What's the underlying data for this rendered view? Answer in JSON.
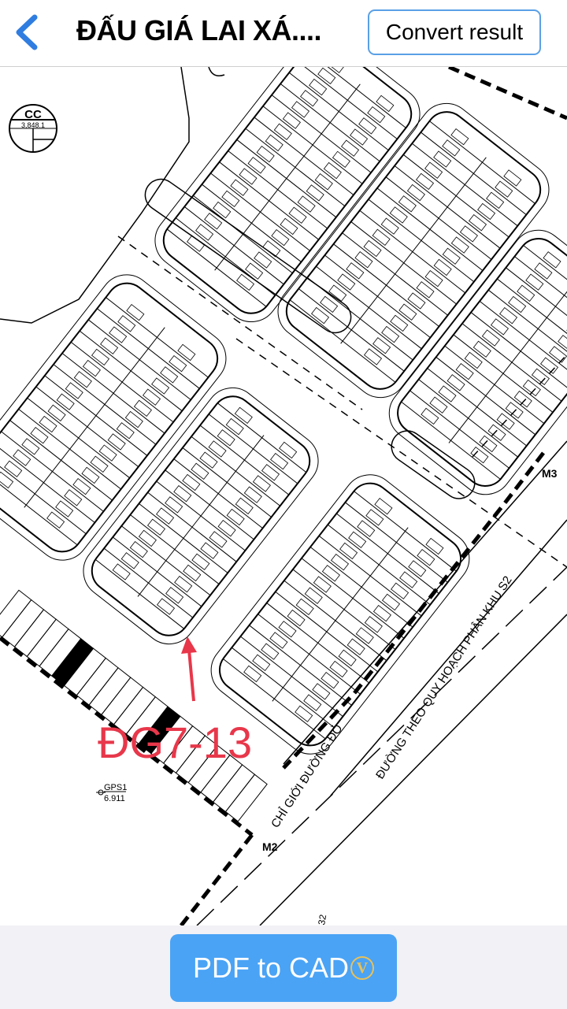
{
  "header": {
    "title": "ĐẤU GIÁ LAI XÁ....",
    "convert_label": "Convert result",
    "accent": "#2f7de0"
  },
  "map": {
    "cc_label": "CC",
    "cc_value": "3,848.1",
    "gps_label": "GPS1",
    "gps_value": "6.911",
    "marker_m2": "M2",
    "marker_m3": "M3",
    "road_label_main": "ĐƯỜNG THEO QUY HOẠCH PHÂN KHU S2",
    "road_label_boundary": "CHỈ GIỚI ĐƯỜNG ĐỎ",
    "road_number": "32",
    "highlight_label": "ĐG7-13",
    "highlight_color": "#e8374a"
  },
  "footer": {
    "button_label": "PDF to CAD",
    "badge": "V",
    "button_color": "#4aa3f5",
    "badge_color": "#e8c15a"
  }
}
